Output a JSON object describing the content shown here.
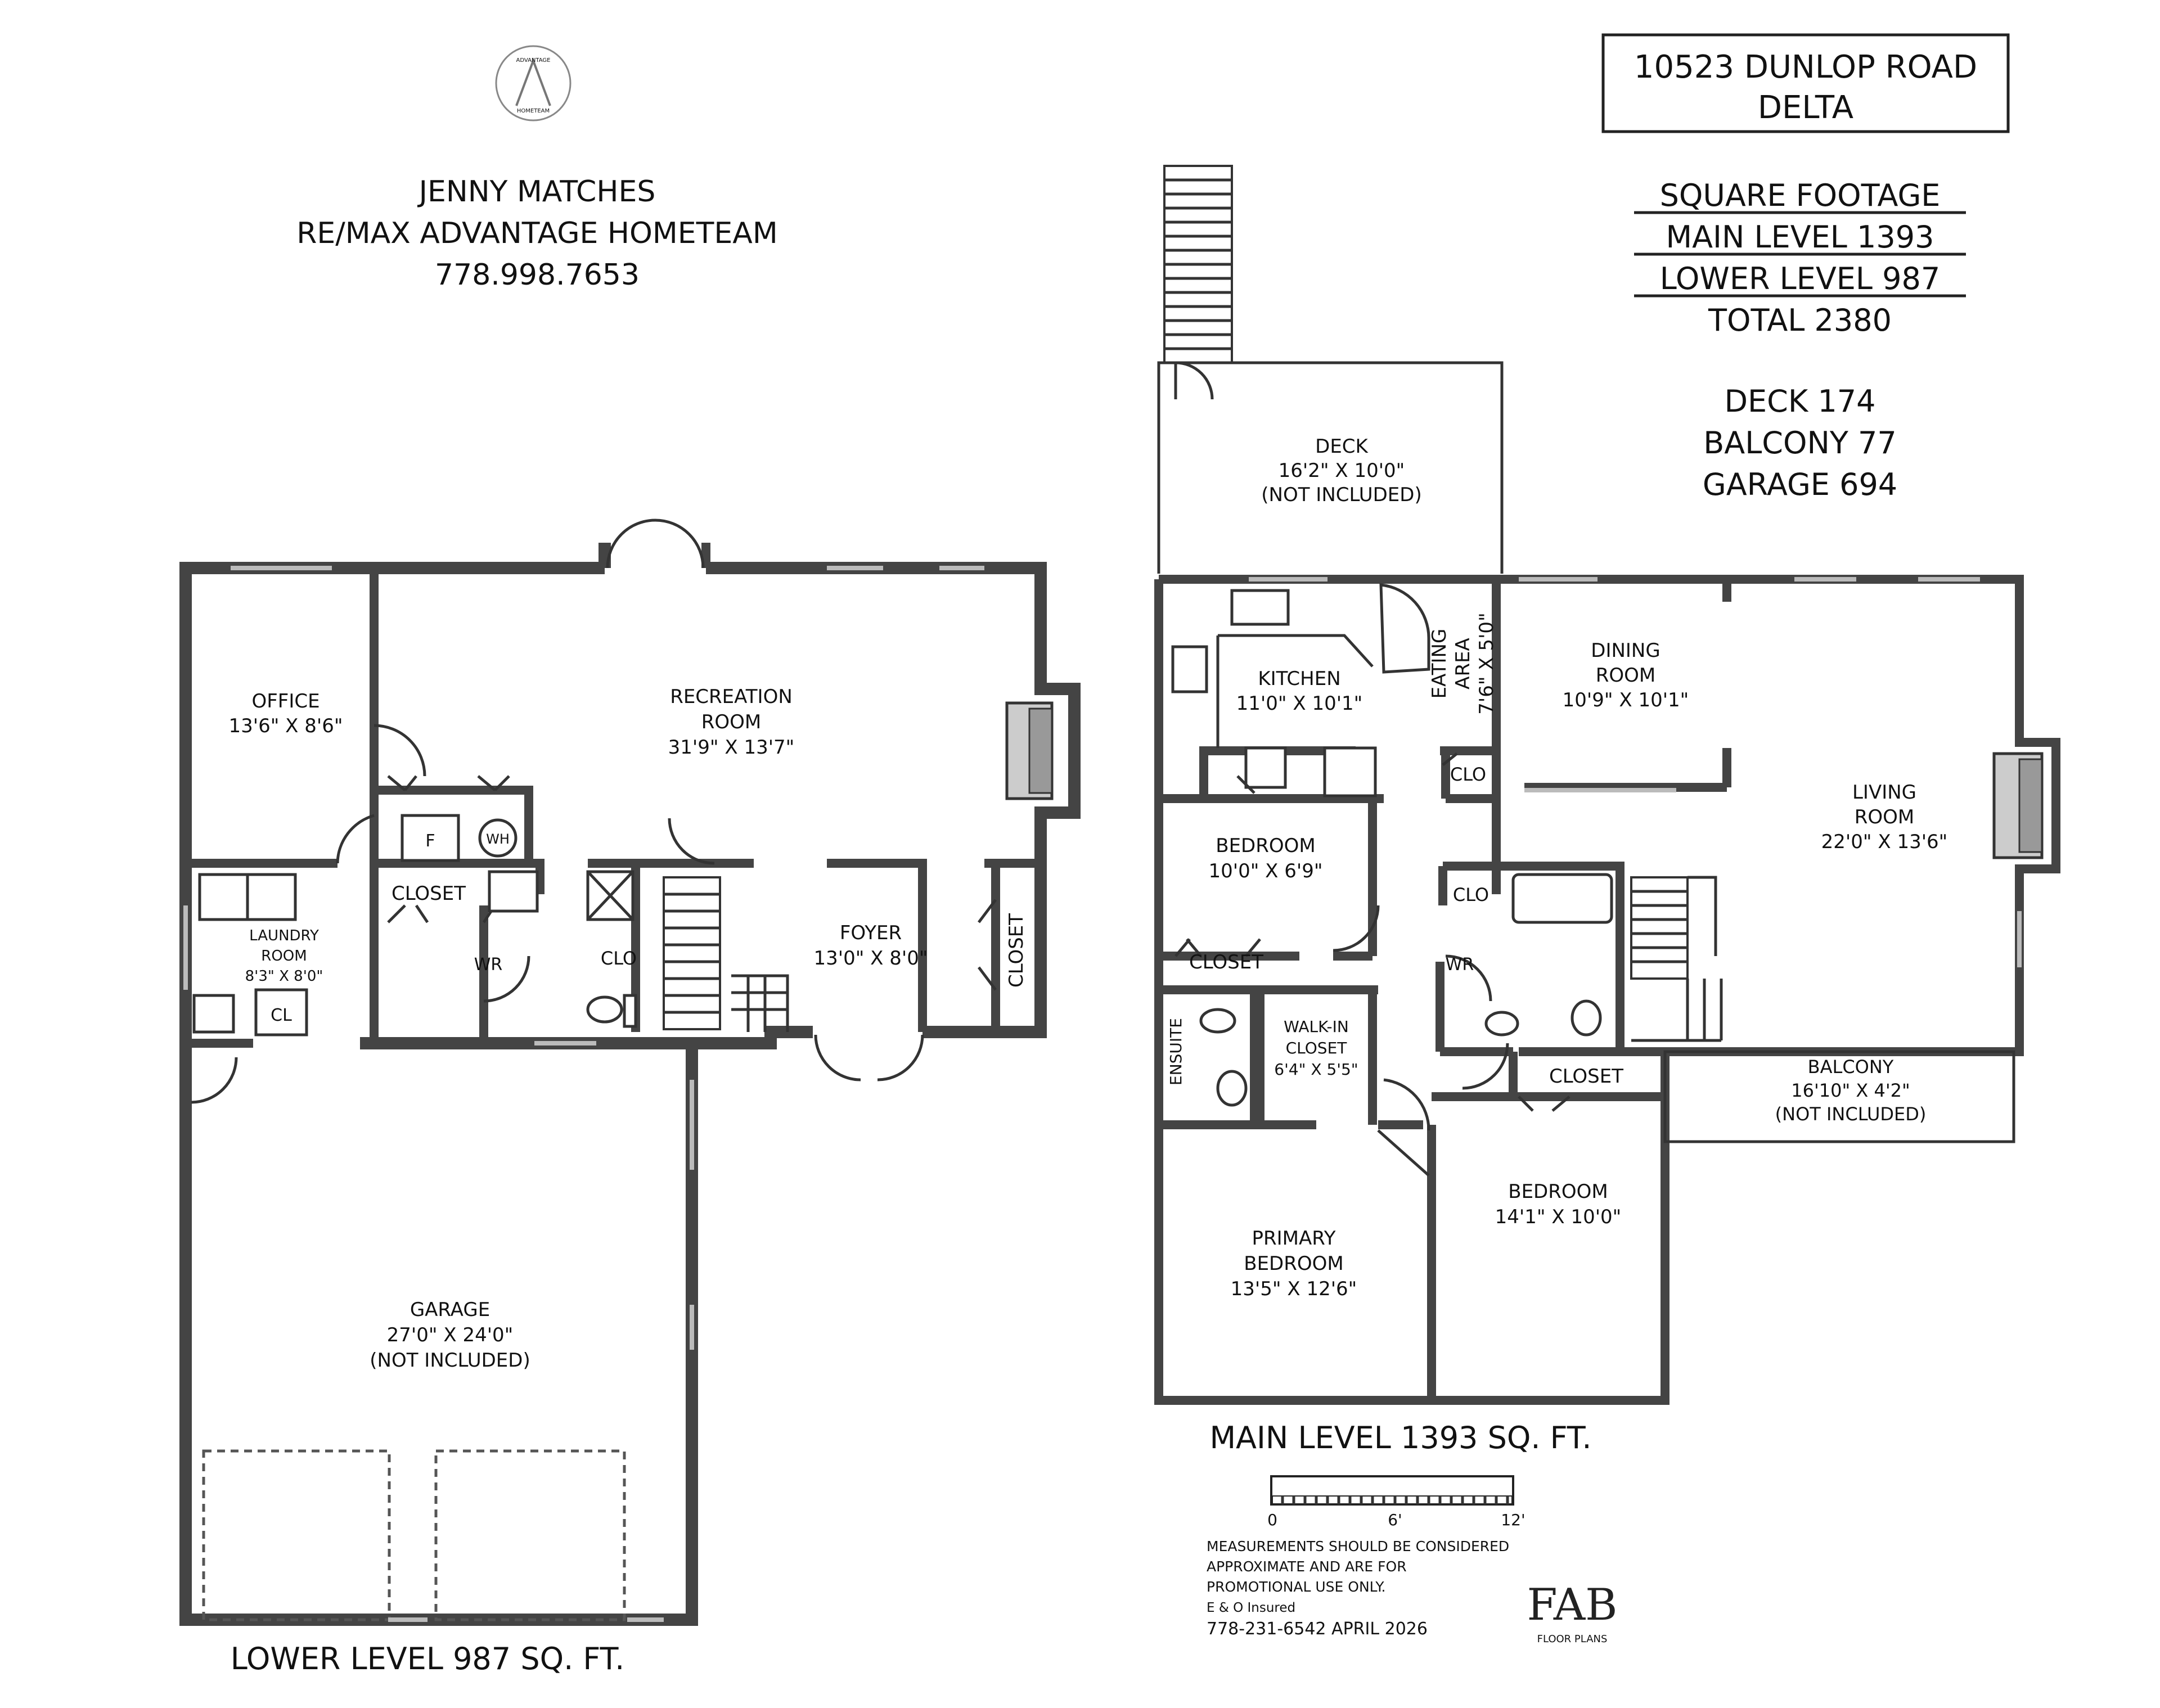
{
  "address": {
    "line1": "10523 DUNLOP ROAD",
    "line2": "DELTA"
  },
  "agent": {
    "name": "JENNY MATCHES",
    "brokerage": "RE/MAX ADVANTAGE HOMETEAM",
    "phone": "778.998.7653"
  },
  "logo": {
    "text_top": "ADVANTAGE",
    "text_bottom": "HOMETEAM"
  },
  "square_footage": {
    "heading": "SQUARE FOOTAGE",
    "main": "MAIN LEVEL 1393",
    "lower": "LOWER LEVEL 987",
    "total": "TOTAL 2380",
    "deck": "DECK 174",
    "balcony": "BALCONY 77",
    "garage": "GARAGE 694"
  },
  "lower_level": {
    "caption": "LOWER LEVEL 987 SQ. FT.",
    "rooms": {
      "office": {
        "name": "OFFICE",
        "dims": "13'6\" X 8'6\""
      },
      "recreation": {
        "name1": "RECREATION",
        "name2": "ROOM",
        "dims": "31'9\" X 13'7\""
      },
      "laundry": {
        "name1": "LAUNDRY",
        "name2": "ROOM",
        "dims": "8'3\" X 8'0\""
      },
      "foyer": {
        "name": "FOYER",
        "dims": "13'0\" X 8'0\""
      },
      "garage": {
        "name": "GARAGE",
        "dims": "27'0\" X 24'0\"",
        "note": "(NOT INCLUDED)"
      }
    },
    "labels": {
      "closet": "CLOSET",
      "closet_vertical": "CLOSET",
      "wr": "WR",
      "clo": "CLO",
      "cl": "CL",
      "furnace": "F",
      "water_heater": "WH"
    }
  },
  "main_level": {
    "caption": "MAIN LEVEL 1393 SQ. FT.",
    "rooms": {
      "deck": {
        "name": "DECK",
        "dims": "16'2\" X 10'0\"",
        "note": "(NOT INCLUDED)"
      },
      "kitchen": {
        "name": "KITCHEN",
        "dims": "11'0\" X 10'1\""
      },
      "eating": {
        "name1": "EATING",
        "name2": "AREA",
        "dims": "7'6\" X 5'0\""
      },
      "dining": {
        "name1": "DINING",
        "name2": "ROOM",
        "dims": "10'9\" X 10'1\""
      },
      "living": {
        "name1": "LIVING",
        "name2": "ROOM",
        "dims": "22'0\" X 13'6\""
      },
      "bedroom1": {
        "name": "BEDROOM",
        "dims": "10'0\" X 6'9\""
      },
      "walkin": {
        "name1": "WALK-IN",
        "name2": "CLOSET",
        "dims": "6'4\" X 5'5\""
      },
      "primary": {
        "name1": "PRIMARY",
        "name2": "BEDROOM",
        "dims": "13'5\" X 12'6\""
      },
      "bedroom2": {
        "name": "BEDROOM",
        "dims": "14'1\" X 10'0\""
      },
      "balcony": {
        "name": "BALCONY",
        "dims": "16'10\" X 4'2\"",
        "note": "(NOT INCLUDED)"
      }
    },
    "labels": {
      "closet": "CLOSET",
      "closet2": "CLOSET",
      "clo": "CLO",
      "clo2": "CLO",
      "wr": "WR",
      "ensuite": "ENSUITE"
    }
  },
  "scale": {
    "t0": "0",
    "t1": "6'",
    "t2": "12'"
  },
  "disclaimer": {
    "line1": "MEASUREMENTS SHOULD BE CONSIDERED",
    "line2": "APPROXIMATE AND ARE FOR",
    "line3": "PROMOTIONAL USE ONLY.",
    "line4": "E & O Insured",
    "line5": "778-231-6542  APRIL 2026"
  },
  "brand": {
    "mark": "FAB",
    "sub": "FLOOR PLANS"
  }
}
